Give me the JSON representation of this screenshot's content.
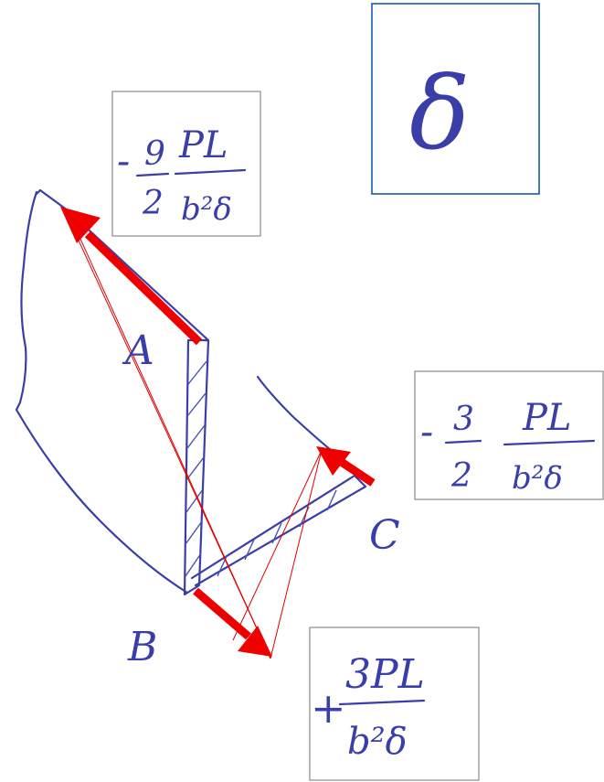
{
  "points": {
    "a": "A",
    "b": "B",
    "c": "C"
  },
  "boxes": {
    "top": {
      "sign": "-",
      "num": "9",
      "den": "2",
      "frac_num": "PL",
      "frac_den": "b²δ"
    },
    "right": {
      "sign": "-",
      "num": "3",
      "den": "2",
      "frac_num": "PL",
      "frac_den": "b²δ"
    },
    "bottom": {
      "sign": "+",
      "frac_num": "3PL",
      "frac_den": "b²δ"
    },
    "delta": {
      "symbol": "δ"
    }
  },
  "colors": {
    "ink": "#3a3ea8",
    "arrow": "#ee0000",
    "box_border": "#8a8a8a",
    "delta_box_border": "#2f6db5"
  }
}
